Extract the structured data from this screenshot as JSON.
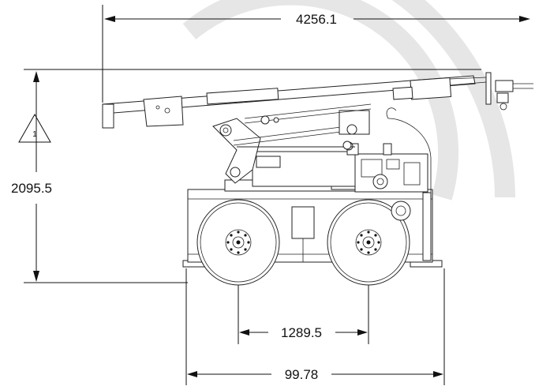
{
  "dimensions": {
    "overall_length": "4256.1",
    "overall_height": "2095.5",
    "wheelbase": "1289.5",
    "track_width": "99.78"
  },
  "revision_marker": "1",
  "colors": {
    "line": "#111111",
    "watermark": "#e6e6e6",
    "background": "#ffffff"
  }
}
